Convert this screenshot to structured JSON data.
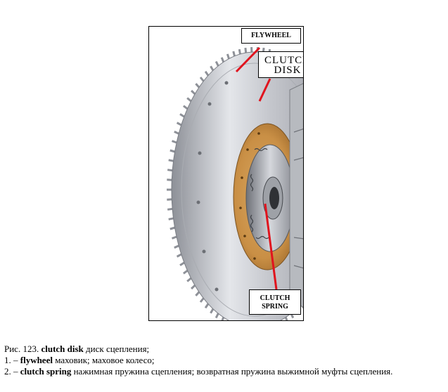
{
  "figure": {
    "callouts": {
      "flywheel": "FLYWHEEL",
      "clutch_disk": "CLUTCH DISK",
      "clutch_spring": "CLUTCH\nSPRING"
    },
    "colors": {
      "pointer": "#e0141e",
      "friction_lining": "#c98f45",
      "flywheel_metal": "#c4c6cc"
    }
  },
  "caption": {
    "title_prefix": "Рис. 123. ",
    "title_term": "clutch disk",
    "title_rest": " диск сцепления;",
    "item1_prefix": "1. – ",
    "item1_term": "flywheel",
    "item1_rest": " маховик; маховое колесо;",
    "item2_prefix": "2. – ",
    "item2_term": "clutch spring",
    "item2_rest": " нажимная пружина сцепления; возвратная пружина выжимной муфты сцепления."
  }
}
